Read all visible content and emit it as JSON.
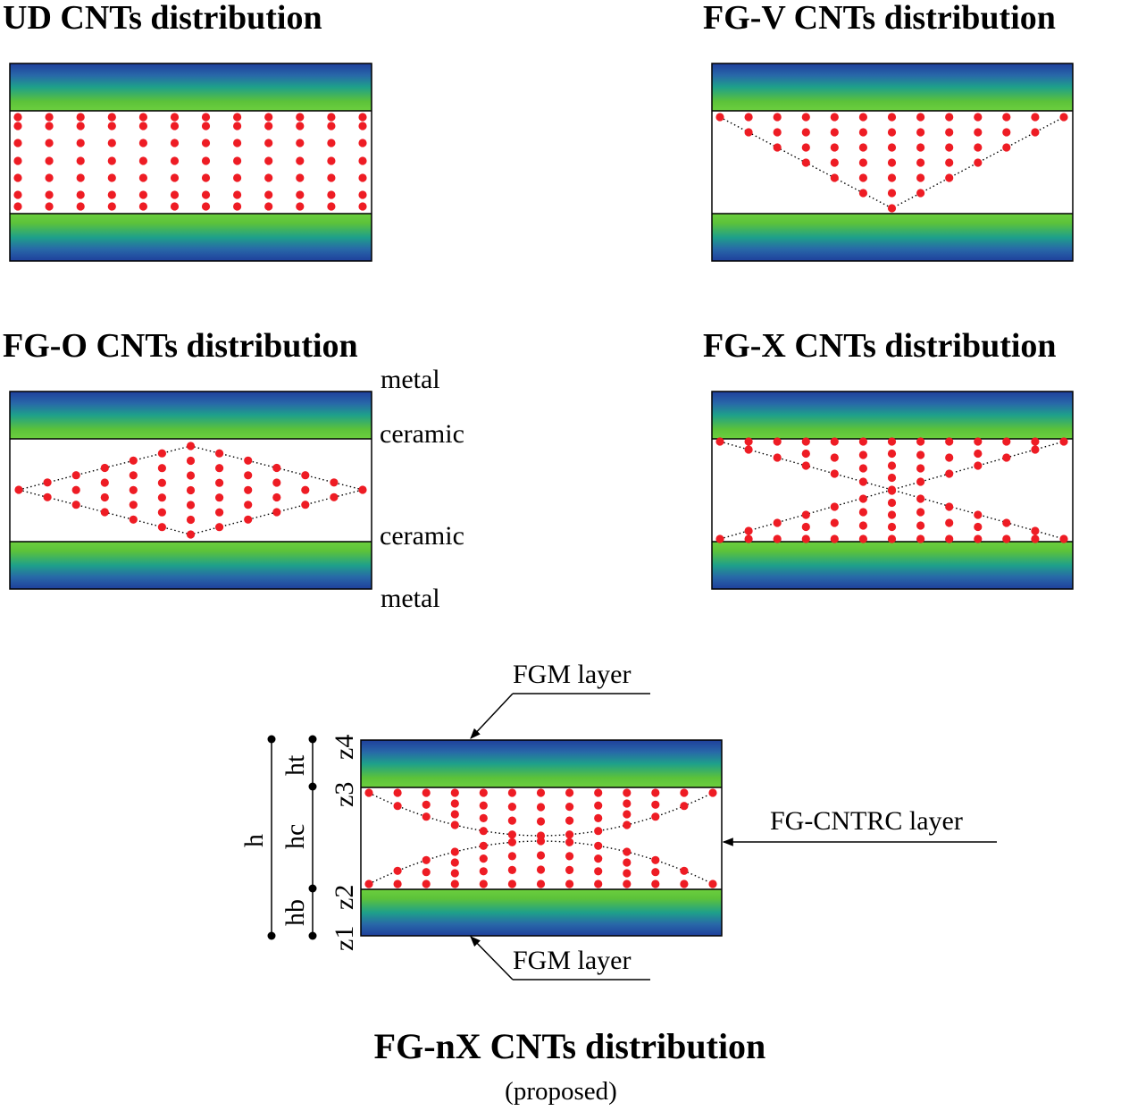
{
  "colors": {
    "dot": "#ee1c24",
    "metal": "#1f3f9c",
    "ceramic": "#5cc23a",
    "mid": "#1ea08a"
  },
  "panels": {
    "ud": {
      "title": "UD CNTs distribution"
    },
    "fgv": {
      "title": "FG-V CNTs distribution"
    },
    "fgo": {
      "title": "FG-O CNTs distribution",
      "labels": {
        "metal_top": "metal",
        "ceramic_top": "ceramic",
        "ceramic_bottom": "ceramic",
        "metal_bottom": "metal"
      }
    },
    "fgx": {
      "title": "FG-X CNTs distribution"
    },
    "fgnx": {
      "callout_top": "FGM layer",
      "callout_right": "FG-CNTRC layer",
      "callout_bottom": "FGM layer",
      "dims": {
        "h": "h",
        "ht": "ht",
        "hc": "hc",
        "hb": "hb"
      },
      "z": {
        "z4": "z4",
        "z3": "z3",
        "z2": "z2",
        "z1": "z1"
      },
      "caption": "FG-nX CNTs distribution",
      "subcaption": "(proposed)"
    }
  },
  "icons": [
    "fgm-gradient-layer",
    "cnt-dot",
    "arrow-icon"
  ]
}
